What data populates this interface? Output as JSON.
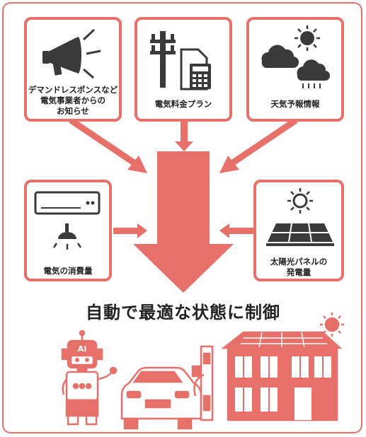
{
  "colors": {
    "accent": "#e8706a",
    "icon": "#3a3a3a",
    "text": "#222222"
  },
  "sources": {
    "demand_response": [
      "デマンドレスポンスなど",
      "電気事業者からの",
      "お知らせ"
    ],
    "price_plan": "電気料金プラン",
    "weather": "天気予報情報",
    "consumption": "電気の消費量",
    "solar": [
      "太陽光パネルの",
      "発電量"
    ]
  },
  "headline": "自動で最適な状態に制御",
  "robot_label": "AI",
  "icons": [
    "megaphone-icon",
    "utility-pole-icon",
    "calculator-icon",
    "weather-icon",
    "air-conditioner-icon",
    "ceiling-light-icon",
    "sun-icon",
    "solar-panel-icon"
  ]
}
